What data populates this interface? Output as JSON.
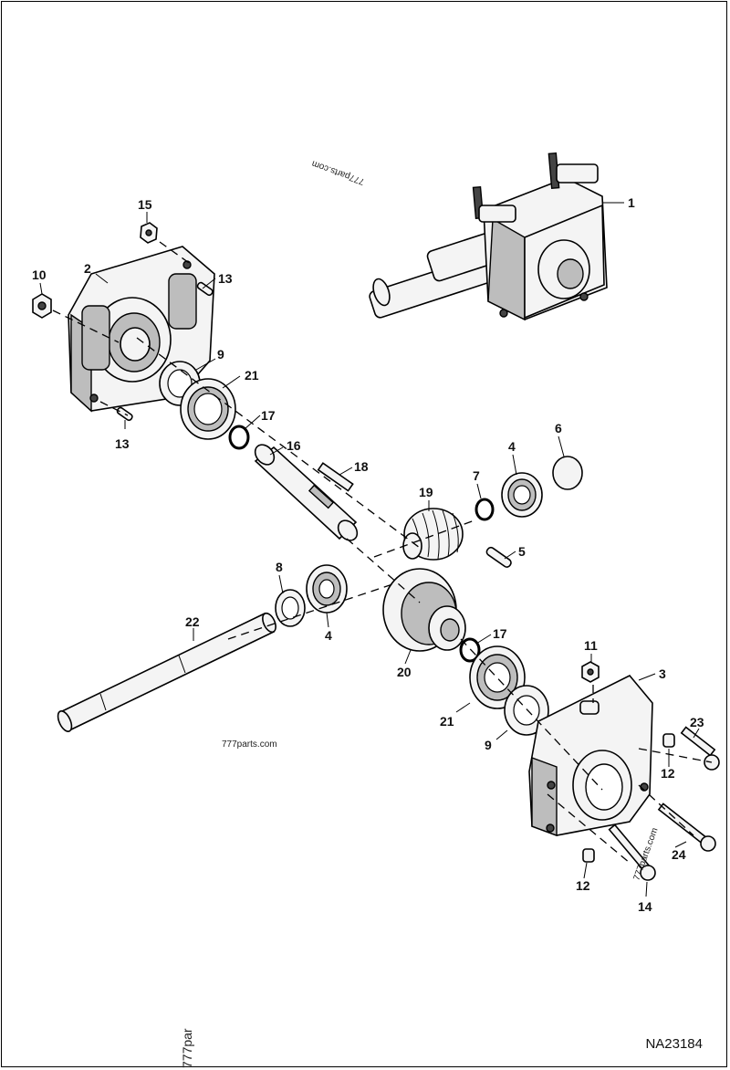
{
  "drawing_number": "NA23184",
  "watermarks": [
    "777parts.com",
    "777parts.com",
    "777parts.com",
    "777par"
  ],
  "callouts": [
    {
      "id": "c1",
      "text": "1"
    },
    {
      "id": "c2",
      "text": "2"
    },
    {
      "id": "c3",
      "text": "3"
    },
    {
      "id": "c4a",
      "text": "4"
    },
    {
      "id": "c4b",
      "text": "4"
    },
    {
      "id": "c5",
      "text": "5"
    },
    {
      "id": "c6",
      "text": "6"
    },
    {
      "id": "c7",
      "text": "7"
    },
    {
      "id": "c8",
      "text": "8"
    },
    {
      "id": "c9a",
      "text": "9"
    },
    {
      "id": "c9b",
      "text": "9"
    },
    {
      "id": "c10",
      "text": "10"
    },
    {
      "id": "c11",
      "text": "11"
    },
    {
      "id": "c12a",
      "text": "12"
    },
    {
      "id": "c12b",
      "text": "12"
    },
    {
      "id": "c13a",
      "text": "13"
    },
    {
      "id": "c13b",
      "text": "13"
    },
    {
      "id": "c14",
      "text": "14"
    },
    {
      "id": "c15",
      "text": "15"
    },
    {
      "id": "c16",
      "text": "16"
    },
    {
      "id": "c17a",
      "text": "17"
    },
    {
      "id": "c17b",
      "text": "17"
    },
    {
      "id": "c18",
      "text": "18"
    },
    {
      "id": "c19",
      "text": "19"
    },
    {
      "id": "c20",
      "text": "20"
    },
    {
      "id": "c21a",
      "text": "21"
    },
    {
      "id": "c21b",
      "text": "21"
    },
    {
      "id": "c22",
      "text": "22"
    },
    {
      "id": "c23",
      "text": "23"
    },
    {
      "id": "c24",
      "text": "24"
    }
  ]
}
